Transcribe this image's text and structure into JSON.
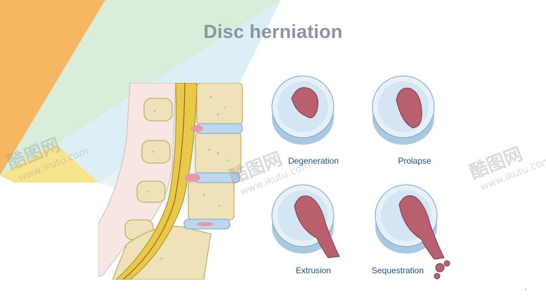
{
  "slide": {
    "title": "Disc herniation"
  },
  "stages": [
    {
      "label": "Degeneration"
    },
    {
      "label": "Prolapse"
    },
    {
      "label": "Extrusion"
    },
    {
      "label": "Sequestration"
    }
  ],
  "watermark": {
    "brand": "酷图网",
    "url": "www.ikutu.com"
  },
  "colors": {
    "title": "#8a93a3",
    "label": "#1f4f82",
    "nucleus": "#b8606e",
    "annulus": "#cfe3f1",
    "vertebra": "#efe2b8",
    "spinal_cord": "#e9c84a"
  }
}
